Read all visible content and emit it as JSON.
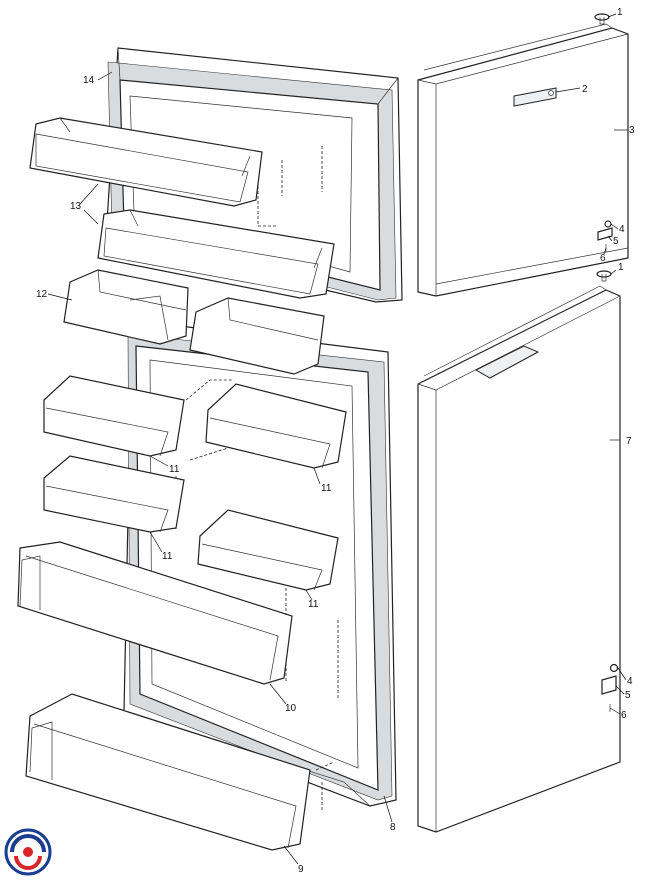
{
  "callouts": [
    {
      "id": "c1a",
      "text": "1"
    },
    {
      "id": "c2",
      "text": "2"
    },
    {
      "id": "c3",
      "text": "3"
    },
    {
      "id": "c4a",
      "text": "4"
    },
    {
      "id": "c5a",
      "text": "5"
    },
    {
      "id": "c6a",
      "text": "6"
    },
    {
      "id": "c1b",
      "text": "1"
    },
    {
      "id": "c7",
      "text": "7"
    },
    {
      "id": "c4b",
      "text": "4"
    },
    {
      "id": "c5b",
      "text": "5"
    },
    {
      "id": "c6b",
      "text": "6"
    },
    {
      "id": "c8",
      "text": "8"
    },
    {
      "id": "c9",
      "text": "9"
    },
    {
      "id": "c10",
      "text": "10"
    },
    {
      "id": "c11a",
      "text": "11"
    },
    {
      "id": "c11b",
      "text": "11"
    },
    {
      "id": "c11c",
      "text": "11"
    },
    {
      "id": "c11d",
      "text": "11"
    },
    {
      "id": "c12",
      "text": "12"
    },
    {
      "id": "c13",
      "text": "13"
    },
    {
      "id": "c14",
      "text": "14"
    }
  ],
  "logo": {
    "icon": "swirl-logo-icon",
    "colors": [
      "#1b3d8f",
      "#d6262b"
    ]
  }
}
